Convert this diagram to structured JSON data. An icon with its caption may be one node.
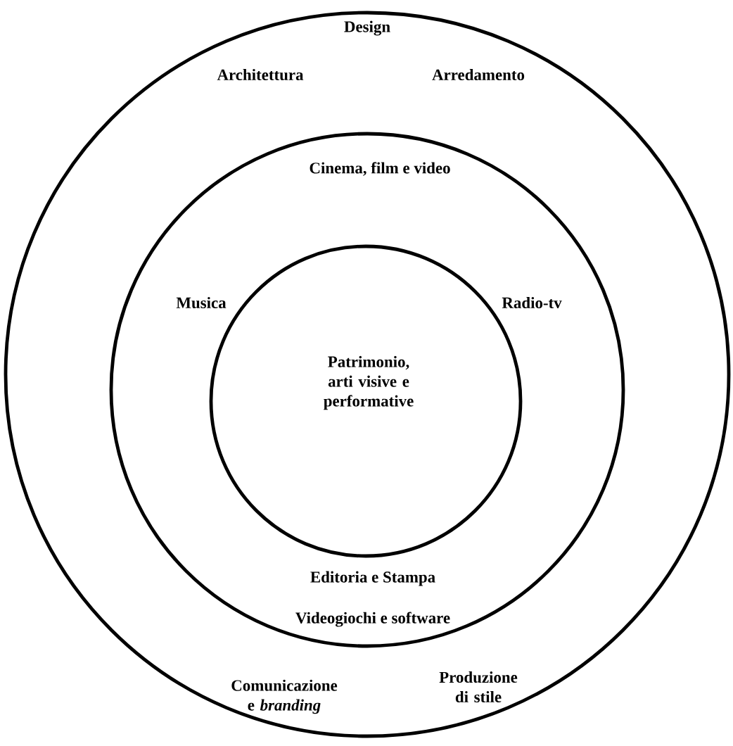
{
  "diagram": {
    "nodes": [
      {
        "text": [
          "Design",
          "Architettura",
          "Arredamento",
          "Comunicazione e *branding*",
          "Produzione di stile"
        ]
      },
      {
        "text": [
          "Cinema, film e video",
          "Musica",
          "Radio-tv",
          "Editoria e Stampa",
          "Videogiochi e software"
        ],
        "in": 0
      },
      {
        "text": [
          "Patrimonio, arti visive e performative"
        ],
        "in": 1
      }
    ]
  }
}
